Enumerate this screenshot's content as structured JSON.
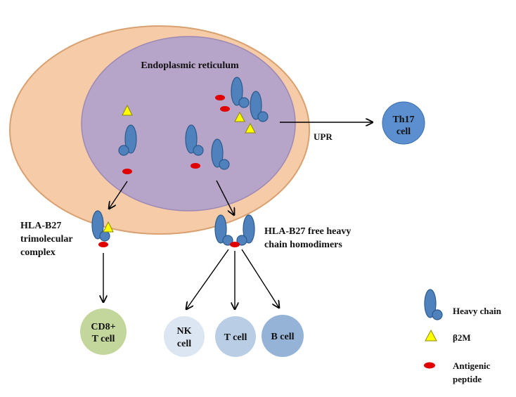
{
  "labels": {
    "er": "Endoplasmic reticulum",
    "upr": "UPR",
    "th17_line1": "Th17",
    "th17_line2": "cell",
    "trimolecular_line1": "HLA-B27",
    "trimolecular_line2": "trimolecular",
    "trimolecular_line3": "complex",
    "homodimer_line1": "HLA-B27 free heavy",
    "homodimer_line2": "chain homodimers",
    "cd8_line1": "CD8+",
    "cd8_line2": "T cell",
    "nk_line1": "NK",
    "nk_line2": "cell",
    "tcell": "T cell",
    "bcell": "B cell"
  },
  "legend": {
    "heavy_chain": "Heavy chain",
    "b2m": "β2M",
    "peptide_line1": "Antigenic",
    "peptide_line2": "peptide"
  },
  "colors": {
    "cell_fill": "#f5cba8",
    "cell_stroke": "#d9a070",
    "er_fill": "#b7a4c9",
    "er_stroke": "#9c88b4",
    "heavy_chain": "#4f81bd",
    "heavy_chain_stroke": "#2c5a8c",
    "b2m": "#ffff00",
    "peptide": "#e00000",
    "th17": "#5b8fd0",
    "cd8": "#c3d69b",
    "nk": "#dce6f2",
    "tcell": "#b9cde5",
    "bcell": "#95b3d7"
  }
}
